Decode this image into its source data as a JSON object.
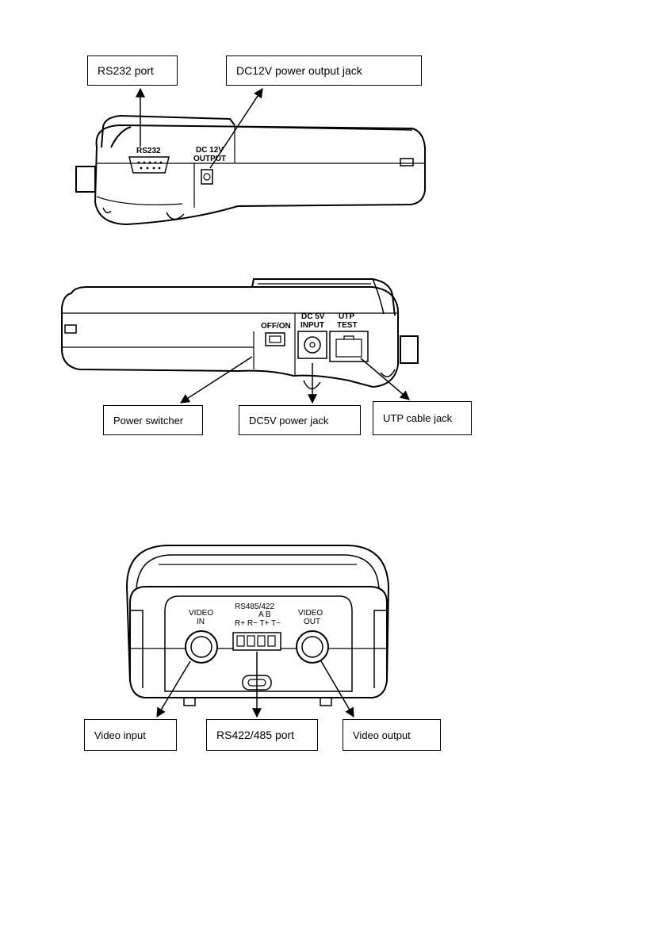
{
  "callouts": {
    "rs232_port": "RS232 port",
    "dc12v_jack": "DC12V power output jack",
    "power_switcher": "Power switcher",
    "dc5v_jack": "DC5V power jack",
    "utp_cable_jack": "UTP cable jack",
    "video_input": "Video input",
    "rs422_485_port": "RS422/485 port",
    "video_output": "Video output"
  },
  "device_labels": {
    "rs232": "RS232",
    "dc12v_line1": "DC 12V",
    "dc12v_line2": "OUTPUT",
    "dc12v_symbol": "⊖",
    "off_on": "OFF/ON",
    "dc5v_line1": "DC 5V",
    "dc5v_line2": "INPUT",
    "utp_line1": "UTP",
    "utp_line2": "TEST",
    "video_in_line1": "VIDEO",
    "video_in_line2": "IN",
    "video_out_line1": "VIDEO",
    "video_out_line2": "OUT",
    "rs485_title": "RS485/422",
    "rs485_ab": "A    B",
    "rs485_pins": "R+ R−  T+ T−"
  }
}
